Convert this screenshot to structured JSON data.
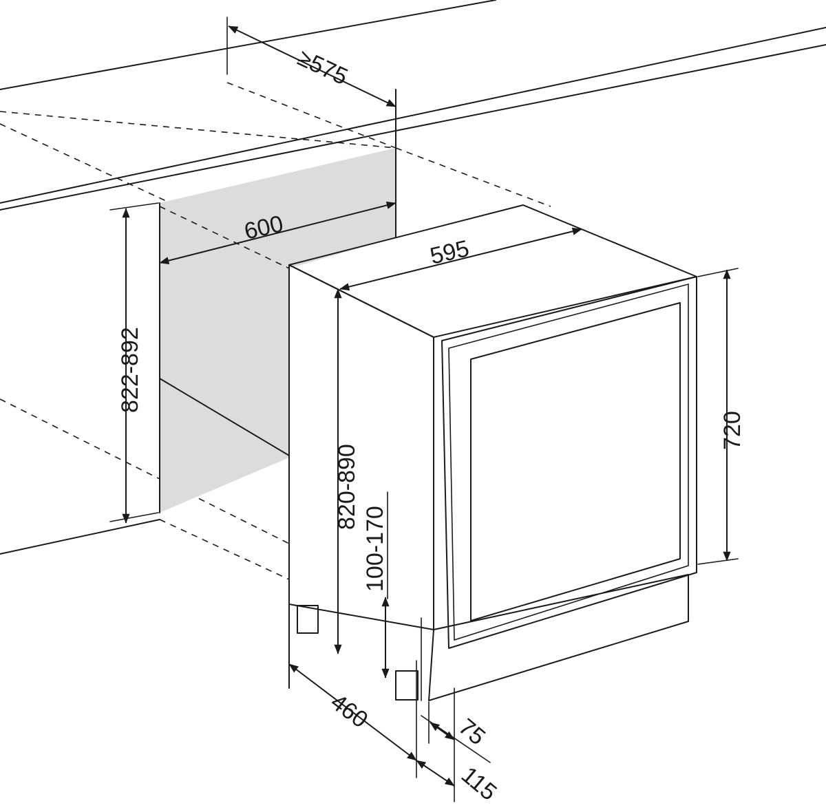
{
  "dimensions": {
    "depth_min": "≥575",
    "niche_width": "600",
    "unit_width": "595",
    "niche_height": "822-892",
    "unit_height": "820-890",
    "door_height": "720",
    "plinth_height": "100-170",
    "unit_depth": "460",
    "door_thickness": "75",
    "door_depth_total": "115"
  },
  "colors": {
    "niche_fill": "#dcdcdc",
    "glass_fill": "#c8c8c8",
    "line": "#1a1a1a"
  }
}
